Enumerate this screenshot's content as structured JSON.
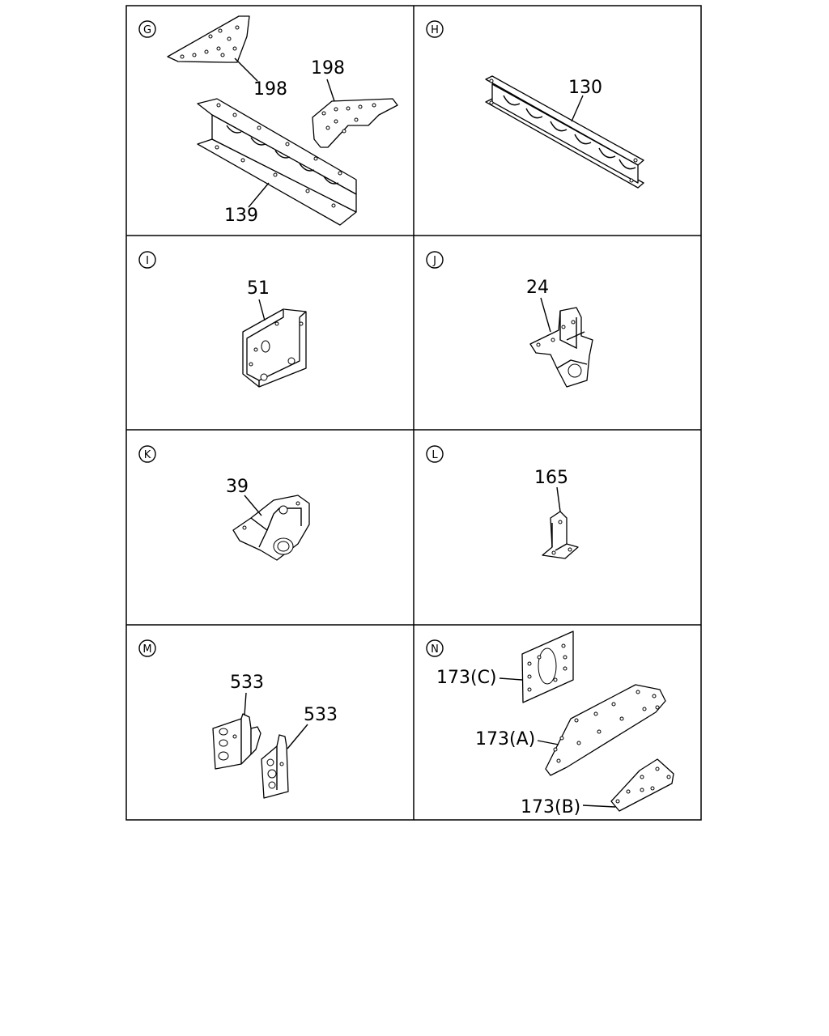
{
  "panels": [
    {
      "id": "G",
      "callouts": [
        "198",
        "198",
        "139"
      ]
    },
    {
      "id": "H",
      "callouts": [
        "130"
      ]
    },
    {
      "id": "I",
      "callouts": [
        "51"
      ]
    },
    {
      "id": "J",
      "callouts": [
        "24"
      ]
    },
    {
      "id": "K",
      "callouts": [
        "39"
      ]
    },
    {
      "id": "L",
      "callouts": [
        "165"
      ]
    },
    {
      "id": "M",
      "callouts": [
        "533",
        "533"
      ]
    },
    {
      "id": "N",
      "callouts": [
        "173(C)",
        "173(A)",
        "173(B)"
      ]
    }
  ]
}
